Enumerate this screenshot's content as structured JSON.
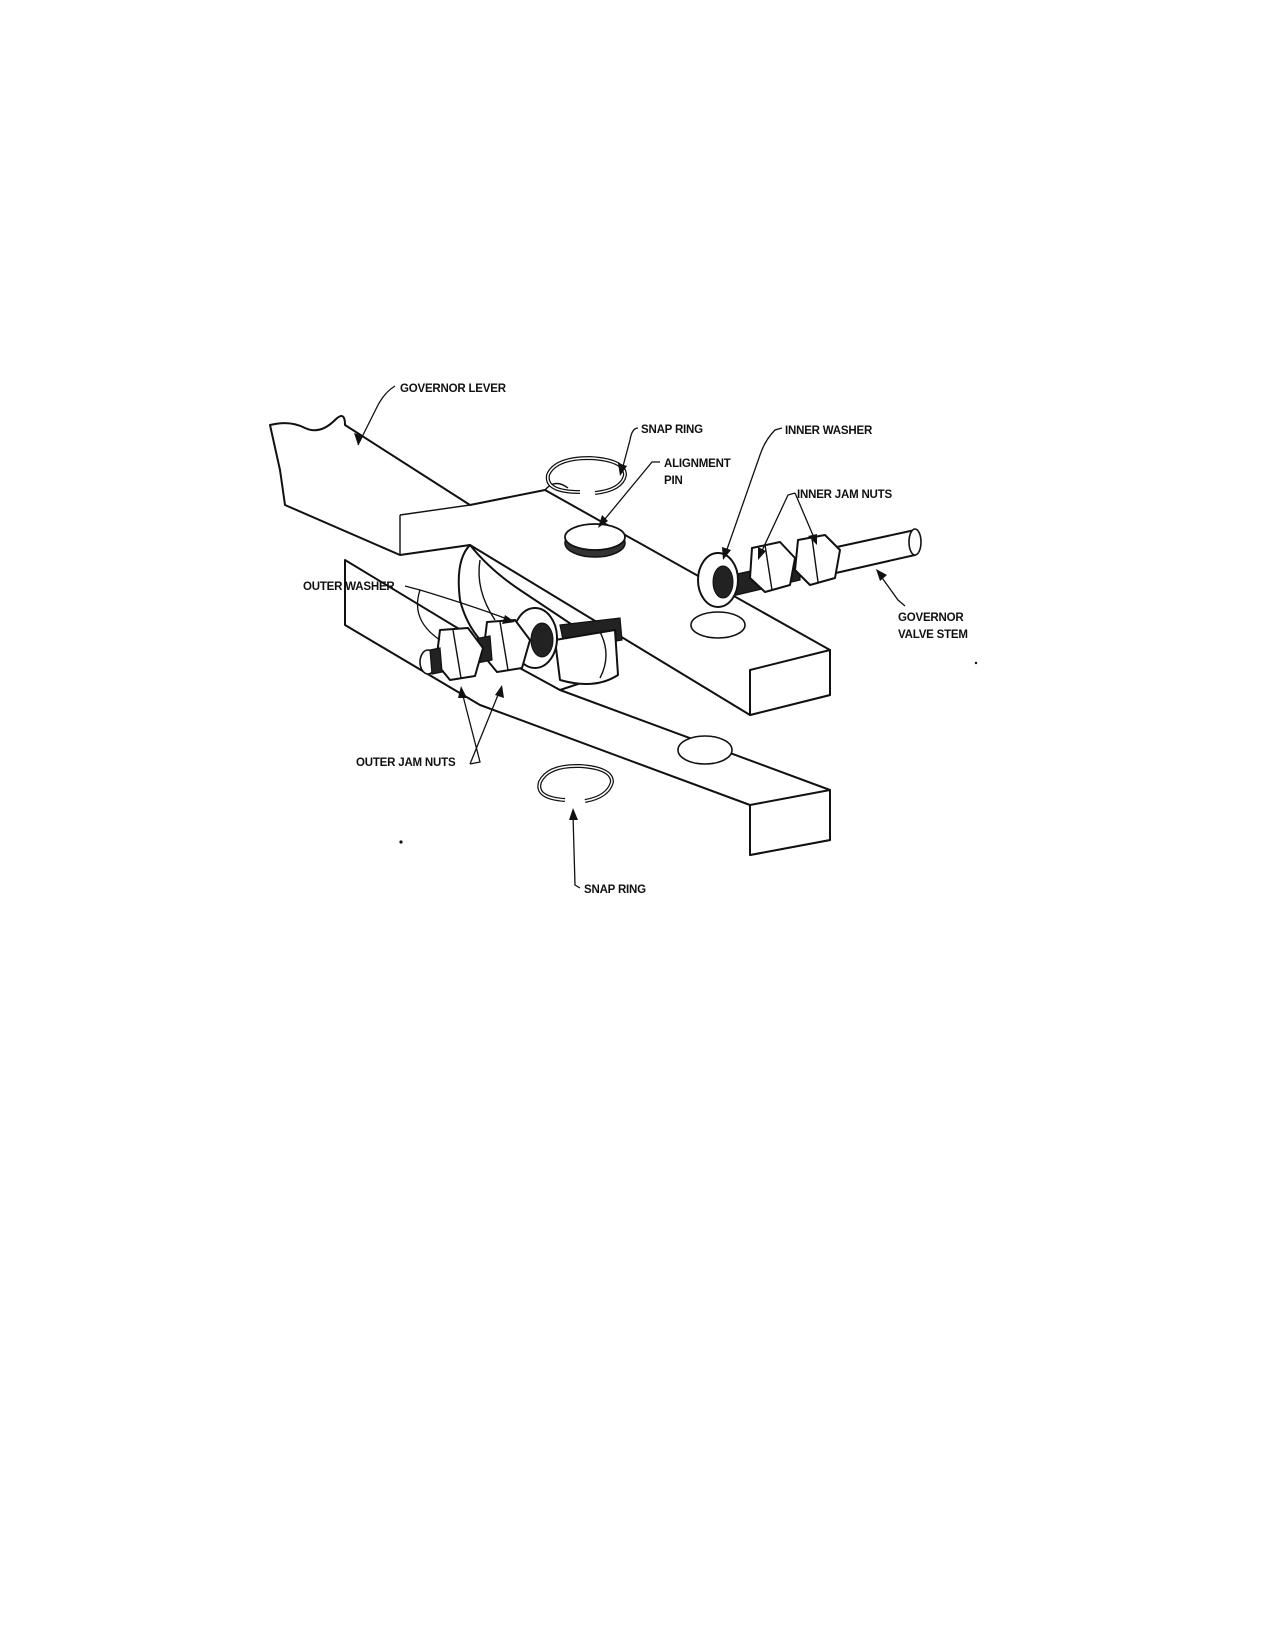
{
  "figure": {
    "labels": {
      "governor_lever": "GOVERNOR LEVER",
      "snap_ring_top": "SNAP RING",
      "alignment_pin_line1": "ALIGNMENT",
      "alignment_pin_line2": "PIN",
      "inner_washer": "INNER WASHER",
      "inner_jam_nuts": "INNER JAM NUTS",
      "governor_valve_stem_line1": "GOVERNOR",
      "governor_valve_stem_line2": "VALVE STEM",
      "outer_washer": "OUTER WASHER",
      "outer_jam_nuts": "OUTER JAM NUTS",
      "snap_ring_bottom": "SNAP RING"
    }
  }
}
